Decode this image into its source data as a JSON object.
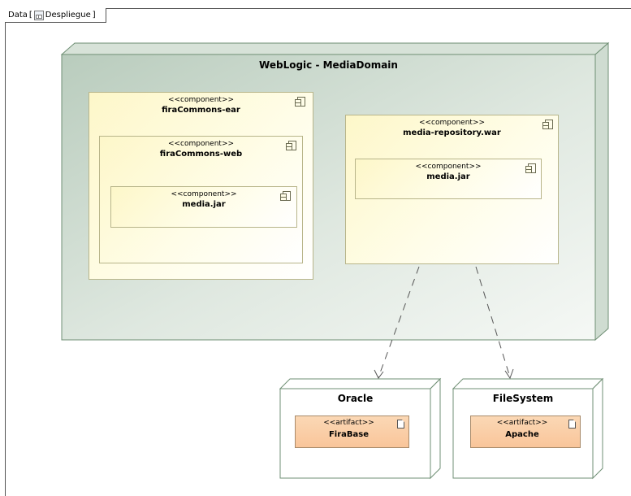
{
  "frame": {
    "kind": "Data",
    "name": "Despliegue"
  },
  "nodes": [
    {
      "id": "weblogic",
      "title": "WebLogic - MediaDomain",
      "components": [
        {
          "stereotype": "<<component>>",
          "name": "firaCommons-ear",
          "children": [
            {
              "stereotype": "<<component>>",
              "name": "firaCommons-web",
              "children": [
                {
                  "stereotype": "<<component>>",
                  "name": "media.jar"
                }
              ]
            }
          ]
        },
        {
          "stereotype": "<<component>>",
          "name": "media-repository.war",
          "children": [
            {
              "stereotype": "<<component>>",
              "name": "media.jar"
            }
          ]
        }
      ]
    },
    {
      "id": "oracle",
      "title": "Oracle",
      "artifact": {
        "stereotype": "<<artifact>>",
        "name": "FiraBase"
      }
    },
    {
      "id": "filesystem",
      "title": "FileSystem",
      "artifact": {
        "stereotype": "<<artifact>>",
        "name": "Apache"
      }
    }
  ],
  "dependencies": [
    {
      "from": "media-repository.war",
      "to": "Oracle"
    },
    {
      "from": "media-repository.war",
      "to": "FileSystem"
    }
  ],
  "colors": {
    "node_fill_dark": "#c5d6c8",
    "node_fill_light": "#f4f7f4",
    "node_border": "#6f8f74",
    "component_fill": "#fdf7c9",
    "artifact_fill": "#f9c59a"
  }
}
